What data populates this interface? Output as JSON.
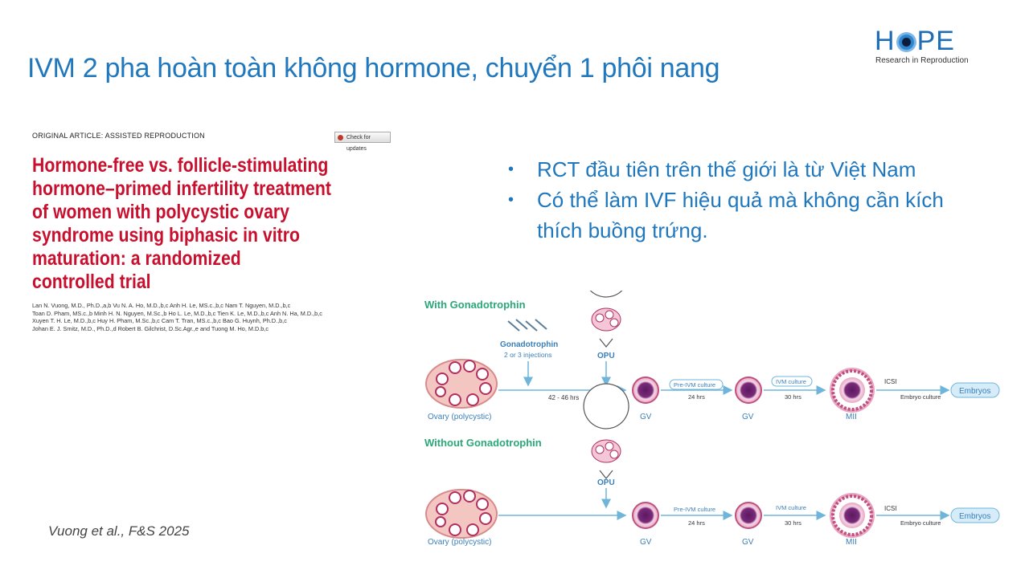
{
  "slide": {
    "title": "IVM 2 pha hoàn toàn không hormone, chuyển 1 phôi nang",
    "citation": "Vuong et al., F&S 2025"
  },
  "logo": {
    "word_left": "H",
    "word_right": "PE",
    "tagline": "Research in Reproduction",
    "icon": "eye-icon"
  },
  "paper": {
    "kicker": "ORIGINAL ARTICLE: ASSISTED REPRODUCTION",
    "check_updates": "Check for updates",
    "title_lines": [
      "Hormone-free vs. follicle-stimulating",
      "hormone–primed infertility treatment",
      "of women with polycystic ovary",
      "syndrome using biphasic in vitro",
      "maturation: a randomized",
      "controlled trial"
    ],
    "author_lines": [
      "Lan N. Vuong, M.D., Ph.D.,a,b Vu N. A. Ho, M.D.,b,c Anh H. Le, MS.c.,b,c Nam T. Nguyen, M.D.,b,c",
      "Toan D. Pham, MS.c.,b Minh H. N. Nguyen, M.Sc.,b Ho L. Le, M.D.,b,c Tien K. Le, M.D.,b,c Anh N. Ha, M.D.,b,c",
      "Xuyen T. H. Le, M.D.,b,c Huy H. Pham, M.Sc.,b,c Cam T. Tran, MS.c.,b,c Bao G. Huynh, Ph.D.,b,c",
      "Johan E. J. Smitz, M.D., Ph.D.,d Robert B. Gilchrist, D.Sc.Agr.,e and Tuong M. Ho, M.D.b,c"
    ]
  },
  "bullets": [
    "RCT đầu tiên trên thế giới là từ Việt Nam",
    "Có thể làm IVF hiệu quả mà không cần kích thích buồng trứng."
  ],
  "diagram": {
    "colors": {
      "teal": "#2aa87a",
      "line": "#6fb5da",
      "cell": "#b03060",
      "embryo_fill": "#d6ecf8"
    },
    "top": {
      "heading": "With Gonadotrophin",
      "drug_label": "Gonadotrophin",
      "drug_sub": "2 or 3 injections",
      "opu": "OPU",
      "interval": "42 - 46 hrs"
    },
    "bottom": {
      "heading": "Without Gonadotrophin",
      "opu": "OPU"
    },
    "ovary": "Ovary (polycystic)",
    "pre_ivm": "Pre-IVM culture",
    "pre_ivm_time": "24 hrs",
    "ivm": "IVM culture",
    "ivm_time": "30 hrs",
    "icsi": "ICSI",
    "embryo_culture": "Embryo culture",
    "gv1": "GV",
    "gv2": "GV",
    "mii": "MII",
    "embryos": "Embryos"
  }
}
